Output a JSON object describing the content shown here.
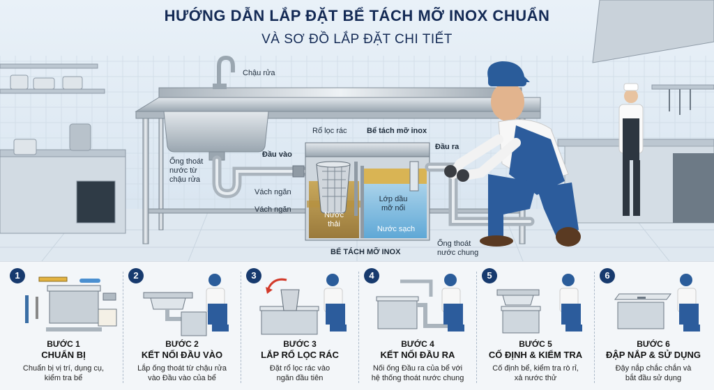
{
  "header": {
    "title": "HƯỚNG DẪN LẮP ĐẶT BỂ TÁCH MỠ INOX CHUẨN",
    "subtitle": "VÀ SƠ ĐỒ LẮP ĐẶT CHI TIẾT"
  },
  "diagram": {
    "sink": "Chậu rửa",
    "filter_basket": "Rổ lọc rác",
    "tank": "Bể tách mỡ inox",
    "inlet": "Đầu vào",
    "outlet": "Đầu ra",
    "drain_from_sink": "Ống thoát\nnước từ\nchậu rửa",
    "baffle_1": "Vách ngăn",
    "baffle_2": "Vách ngăn",
    "waste_water": "Nước\nthải",
    "grease_layer": "Lớp dầu\nmỡ nổi",
    "clean_water": "Nước sạch",
    "tank_caption": "BỂ TÁCH MỠ INOX",
    "common_drain": "Ống thoát\nnước chung"
  },
  "steps": [
    {
      "num": "1",
      "name": "BƯỚC 1",
      "title": "CHUẨN BỊ",
      "desc": "Chuẩn bị vị trí, dụng cụ,\nkiểm tra bể"
    },
    {
      "num": "2",
      "name": "BƯỚC 2",
      "title": "KẾT NỐI ĐẦU VÀO",
      "desc": "Lắp ống thoát từ chậu rửa\nvào Đầu vào của bể"
    },
    {
      "num": "3",
      "name": "BƯỚC 3",
      "title": "LẮP RỔ LỌC RÁC",
      "desc": "Đặt rổ lọc rác vào\nngăn đầu tiên"
    },
    {
      "num": "4",
      "name": "BƯỚC 4",
      "title": "KẾT NỐI ĐẦU RA",
      "desc": "Nối ống Đầu ra của bể với\nhệ thống thoát nước chung"
    },
    {
      "num": "5",
      "name": "BƯỚC 5",
      "title": "CỐ ĐỊNH & KIỂM TRA",
      "desc": "Cố định bể, kiểm tra rò rỉ,\nxả nước thử"
    },
    {
      "num": "6",
      "name": "BƯỚC 6",
      "title": "ĐẬP NẮP & SỬ DỤNG",
      "desc": "Đậy nắp chắc chắn và\nbắt đầu sử dụng"
    }
  ]
}
